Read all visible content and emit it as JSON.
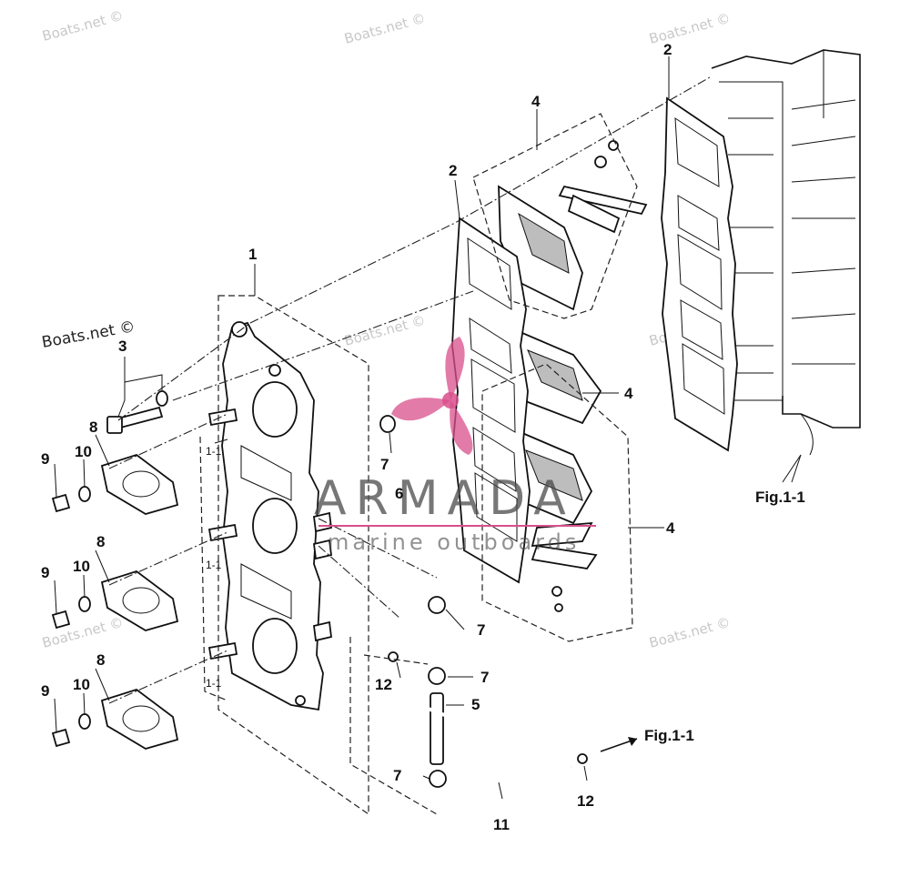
{
  "watermarks": {
    "tiled": [
      "Boats.net ©",
      "Boats.net ©",
      "Boats.net ©",
      "Boats.net ©",
      "Boats.net ©",
      "Boats.net ©",
      "Boats.net ©"
    ],
    "labeled": "Boats.net ©"
  },
  "logo": {
    "brand": "ARMADA",
    "tagline": "marine outboards",
    "accent_color": "#d94f8c"
  },
  "callouts": {
    "c1": "1",
    "c2_left": "2",
    "c2_right": "2",
    "c3": "3",
    "c4_top": "4",
    "c4_mid": "4",
    "c4_low": "4",
    "c5": "5",
    "c6": "6",
    "c7_a": "7",
    "c7_b": "7",
    "c7_c": "7",
    "c7_d": "7",
    "c8_a": "8",
    "c8_b": "8",
    "c8_c": "8",
    "c9_a": "9",
    "c9_b": "9",
    "c9_c": "9",
    "c10_a": "10",
    "c10_b": "10",
    "c10_c": "10",
    "c11": "11",
    "c12_a": "12",
    "c12_b": "12",
    "c11_1_a": "1-1",
    "c11_1_b": "1-1",
    "c11_1_c": "1-1"
  },
  "figure_refs": {
    "engine": "Fig.1-1",
    "hose": "Fig.1-1"
  }
}
